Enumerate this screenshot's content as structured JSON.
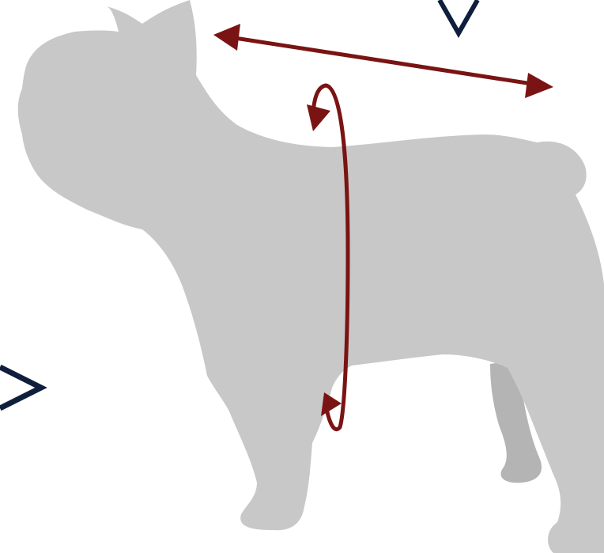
{
  "colors": {
    "background": "#ffffff",
    "dog_silhouette_far": "#b4b4b4",
    "dog_silhouette_near": "#c8c8c8",
    "measurement_arrow": "#7a1414",
    "chevron": "#0f1e3c"
  },
  "icons": {
    "top_chevron": "chevron-down-icon",
    "left_chevron": "chevron-right-icon"
  },
  "measurements": [
    {
      "name": "back-length",
      "kind": "double-headed-arrow"
    },
    {
      "name": "chest-girth",
      "kind": "loop-arrow"
    }
  ]
}
